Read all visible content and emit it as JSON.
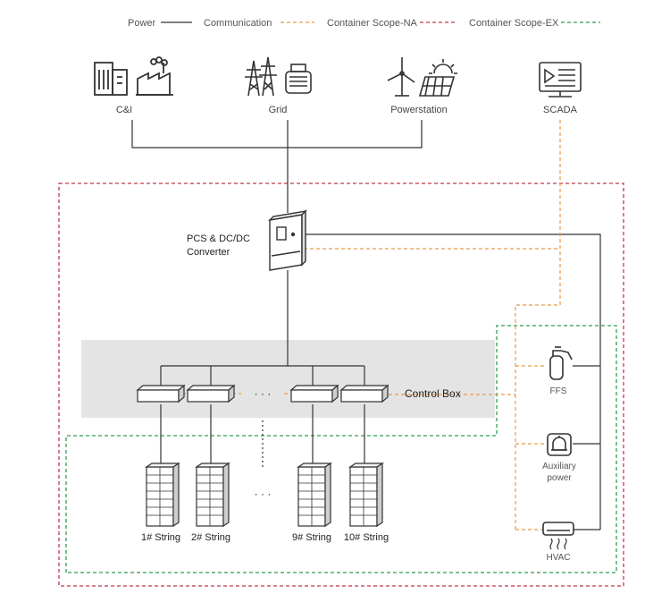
{
  "legend": [
    {
      "label": "Power",
      "color": "#333333",
      "style": "solid"
    },
    {
      "label": "Communication",
      "color": "#e89a4a",
      "style": "dashed"
    },
    {
      "label": "Container Scope-NA",
      "color": "#c0394b",
      "style": "dashed"
    },
    {
      "label": "Container Scope-EX",
      "color": "#2e9e4f",
      "style": "dashed"
    }
  ],
  "sources": {
    "cni": "C&I",
    "grid": "Grid",
    "powerstation": "Powerstation",
    "scada": "SCADA"
  },
  "pcs": {
    "line1": "PCS & DC/DC",
    "line2": "Converter"
  },
  "control_box": "Control Box",
  "ellipsis": "· · ·",
  "strings": [
    "1# String",
    "2# String",
    "9# String",
    "10# String"
  ],
  "aux": {
    "ffs": "FFS",
    "aux_line1": "Auxiliary",
    "aux_line2": "power",
    "hvac": "HVAC"
  },
  "colors": {
    "power": "#333333",
    "communication": "#e89a4a",
    "scope_na": "#c0394b",
    "scope_ex": "#2e9e4f",
    "control_band": "#e4e4e4"
  }
}
